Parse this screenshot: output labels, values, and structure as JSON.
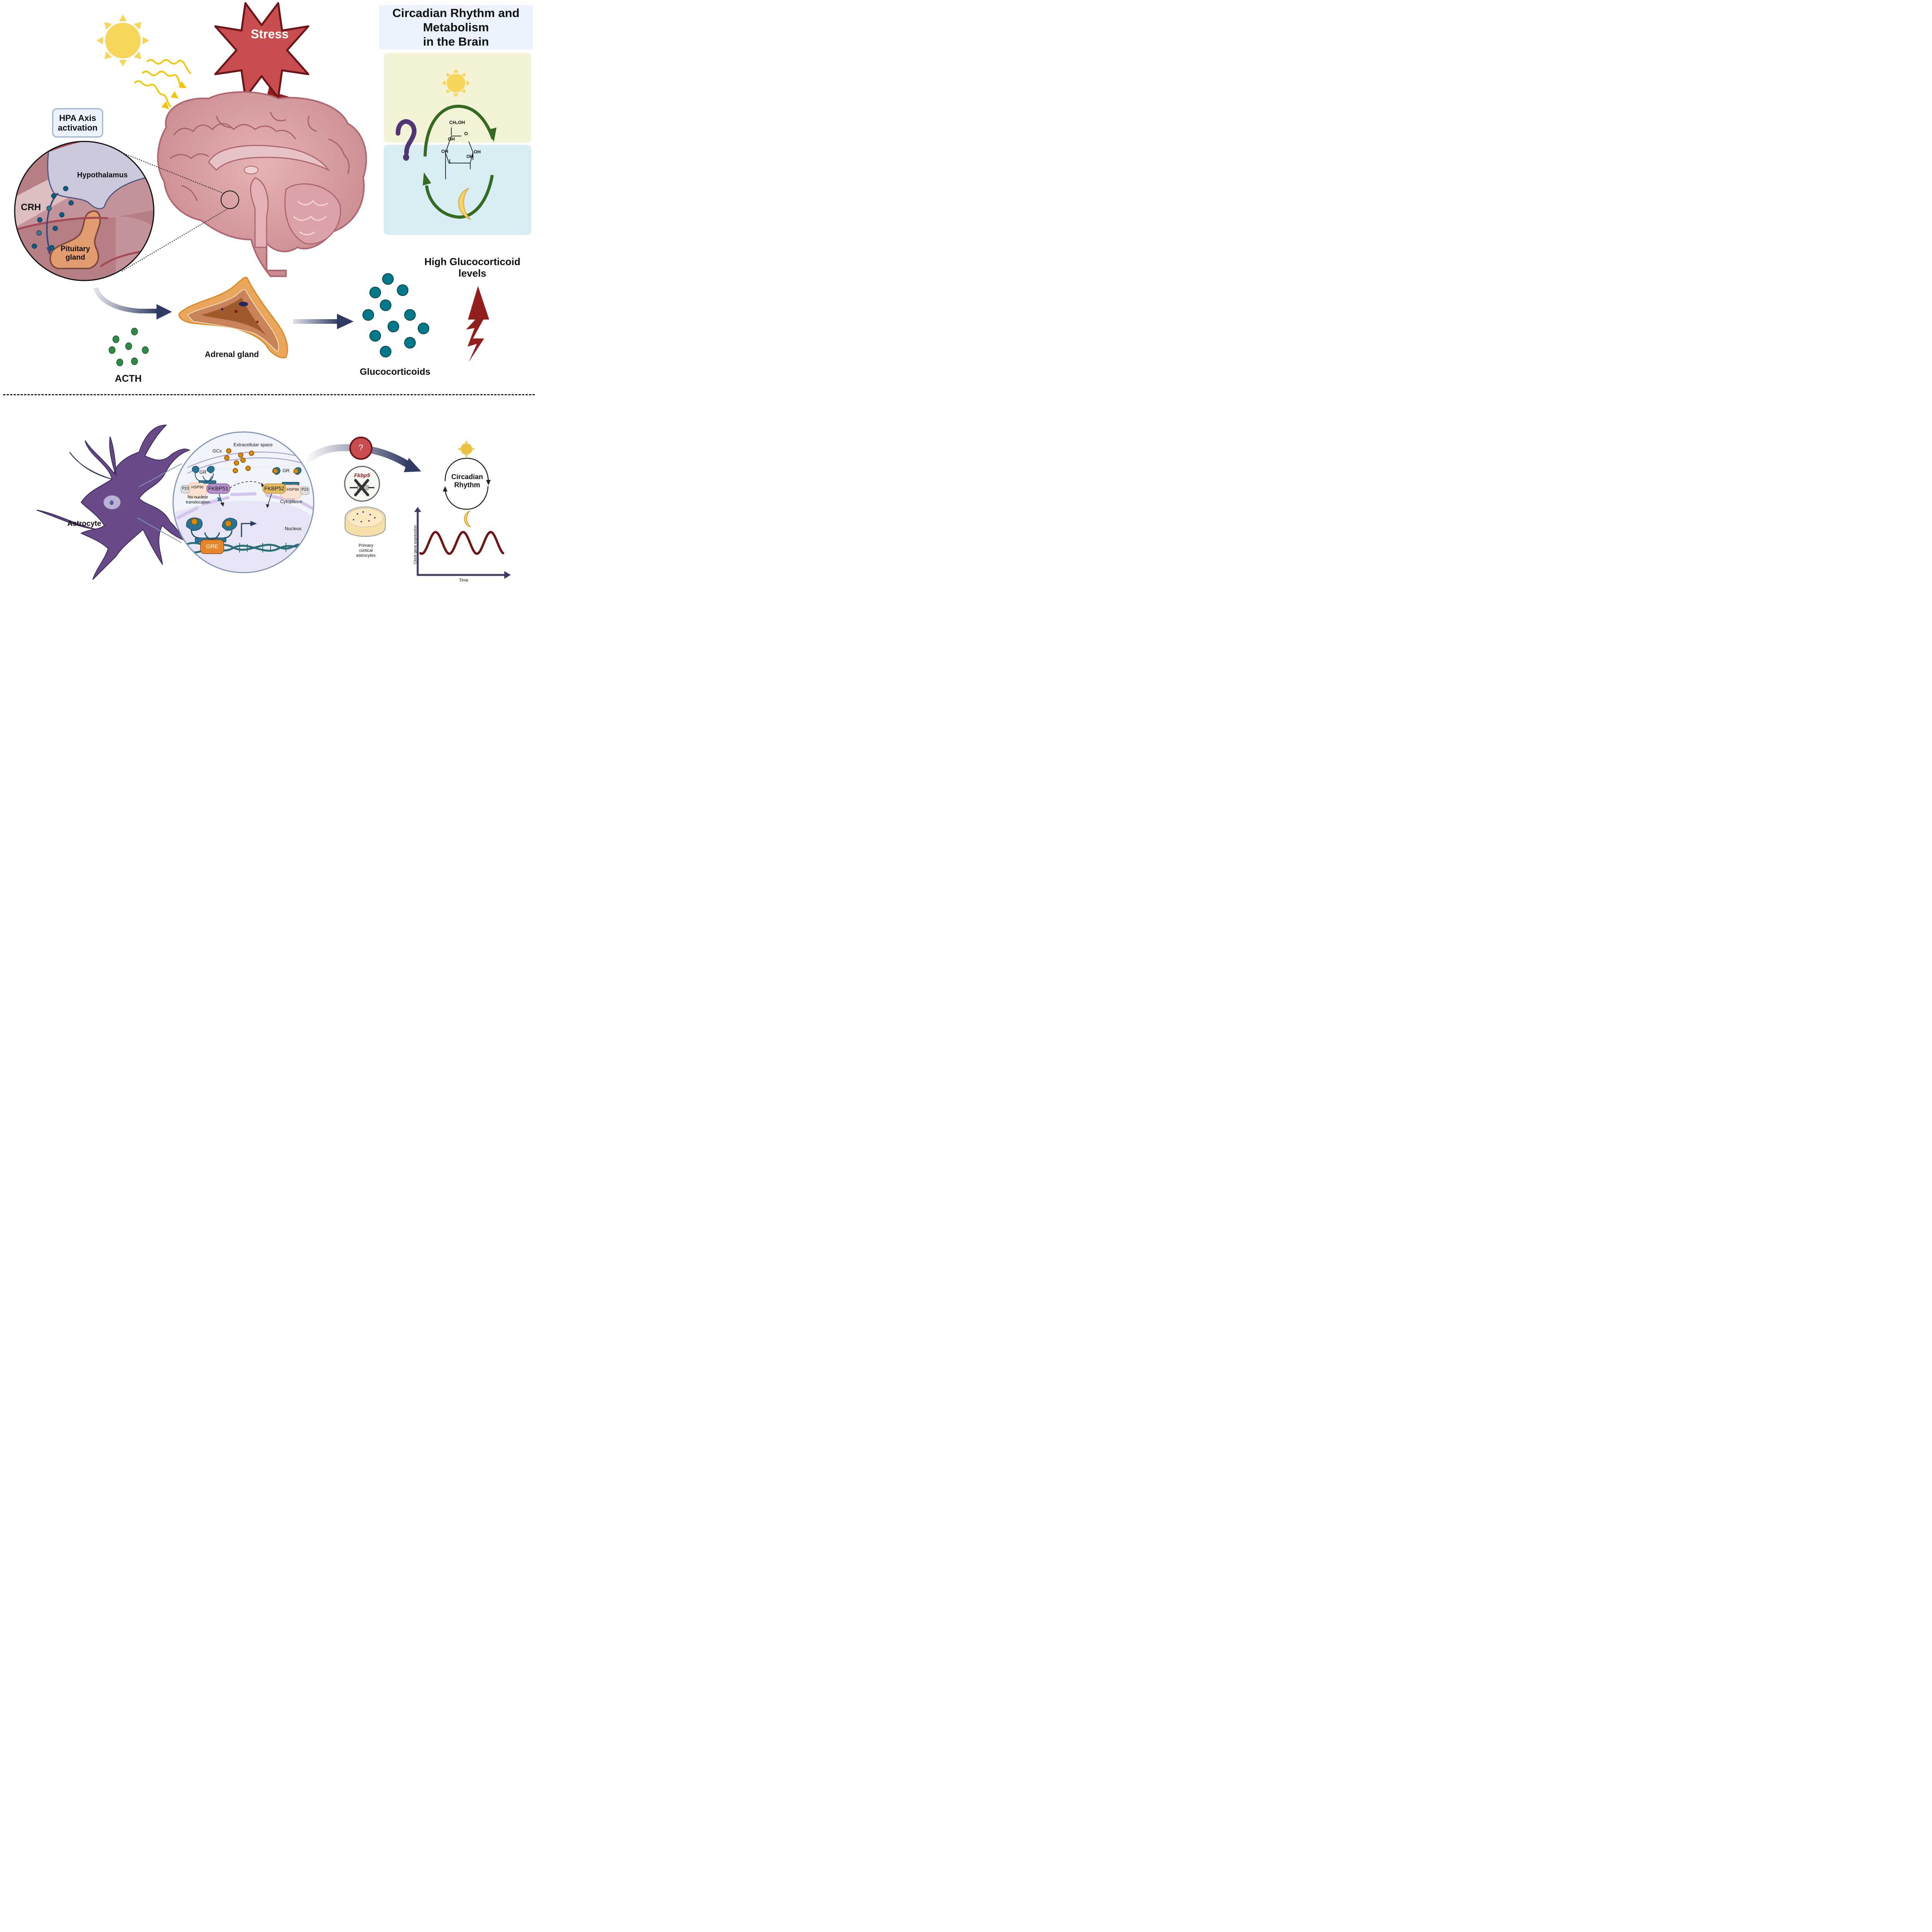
{
  "figure": {
    "title_panel": {
      "title": "Circadian Rhythm and\nMetabolism\nin the Brain",
      "day_icon": "sun-icon",
      "night_icon": "moon-icon",
      "uncertainty_icon": "question-mark-icon",
      "molecule": {
        "name": "glucose",
        "labels": [
          "CH₂OH",
          "O",
          "OH",
          "OH",
          "OH",
          "OH"
        ]
      },
      "colors": {
        "day_bg": "#f4f3d8",
        "night_bg": "#d9eef4",
        "cycle_arrows": "#356a21",
        "question": "#523575"
      }
    },
    "stress": {
      "label": "Stress",
      "colors": {
        "fill": "#c84d4e",
        "stroke": "#6b1419",
        "bolt": "#931e1e"
      }
    },
    "sunlight": {
      "icon": "sun-icon",
      "rays": "light-rays-icon"
    },
    "hpa": {
      "box_label": "HPA Axis\nactivation",
      "hypothalamus_label": "Hypothalamus",
      "crh_label": "CRH",
      "pituitary_label": "Pituitary\ngland"
    },
    "brain": {
      "icon": "brain-sagittal-icon"
    },
    "adrenal": {
      "label": "Adrenal gland"
    },
    "acth": {
      "label": "ACTH",
      "color": "#2e8b45"
    },
    "glucocorticoids": {
      "label": "Glucocorticoids",
      "color": "#007a8a"
    },
    "high_gc": {
      "label": "High Glucocorticoid\nlevels",
      "bolt_color": "#931e1e"
    },
    "cell": {
      "astrocyte_label": "Astrocyte",
      "extracellular_label": "Extracellular space",
      "gcs_label": "GCs",
      "gr_label_left": "GR",
      "gr_label_right": "GR",
      "p23_left": "P23",
      "hsp90_left": "HSP90",
      "fkbp51": "FKBP51",
      "fkbp52": "FKBP52",
      "hsp90_right": "HSP90",
      "p23_right": "P23",
      "no_translocation": "No nuclear\ntranslocation",
      "cytoplasm_label": "Cytoplasm",
      "nucleus_label": "Nucleus",
      "gre_label": "GRE",
      "colors": {
        "gr": "#2a7394",
        "gc": "#d98a00",
        "fkbp51": "#b48fc9",
        "fkbp52": "#e3bb62",
        "hsp90": "#fbe1cf",
        "gre": "#e5852c",
        "astrocyte": "#674a87"
      }
    },
    "experiment": {
      "question_mark": "?",
      "knockout_gene": "Fkbp5",
      "culture_label": "Primary\ncortical\nastrocytes"
    },
    "circadian": {
      "cycle_label": "Circadian\nRhythm",
      "xlabel": "Time",
      "ylabel": "Clock gene expression",
      "curve_color": "#6e1516",
      "axis_color": "#413a62",
      "wave_cycles": 3
    }
  }
}
